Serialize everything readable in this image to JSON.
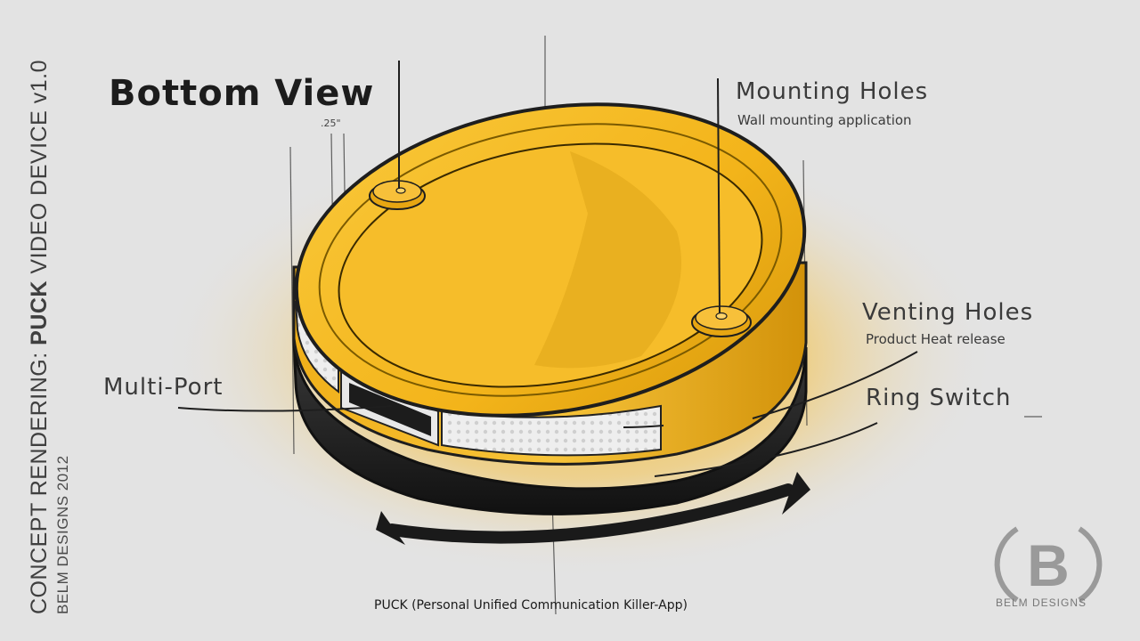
{
  "title": "Bottom View",
  "dimension_label": ".25\"",
  "callouts": {
    "mounting_holes": {
      "title": "Mounting Holes",
      "subtitle": "Wall mounting application"
    },
    "venting_holes": {
      "title": "Venting Holes",
      "subtitle": "Product Heat release"
    },
    "ring_switch": {
      "title": "Ring Switch"
    },
    "multi_port": {
      "title": "Multi-Port"
    }
  },
  "caption": "PUCK (Personal Unified Communication Killer-App)",
  "vertical_title": {
    "prefix": "CONCEPT RENDERING:",
    "product": "PUCK",
    "suffix": "VIDEO DEVICE",
    "version": "v1.0",
    "credit": "BELM DESIGNS 2012"
  },
  "logo": {
    "letter": "B",
    "text": "BELM DESIGNS"
  },
  "colors": {
    "background": "#e3e3e3",
    "body_yellow": "#f5b81c",
    "body_yellow_dark": "#d99a0c",
    "glow": "#f0b020",
    "outline": "#1e1e1e"
  }
}
